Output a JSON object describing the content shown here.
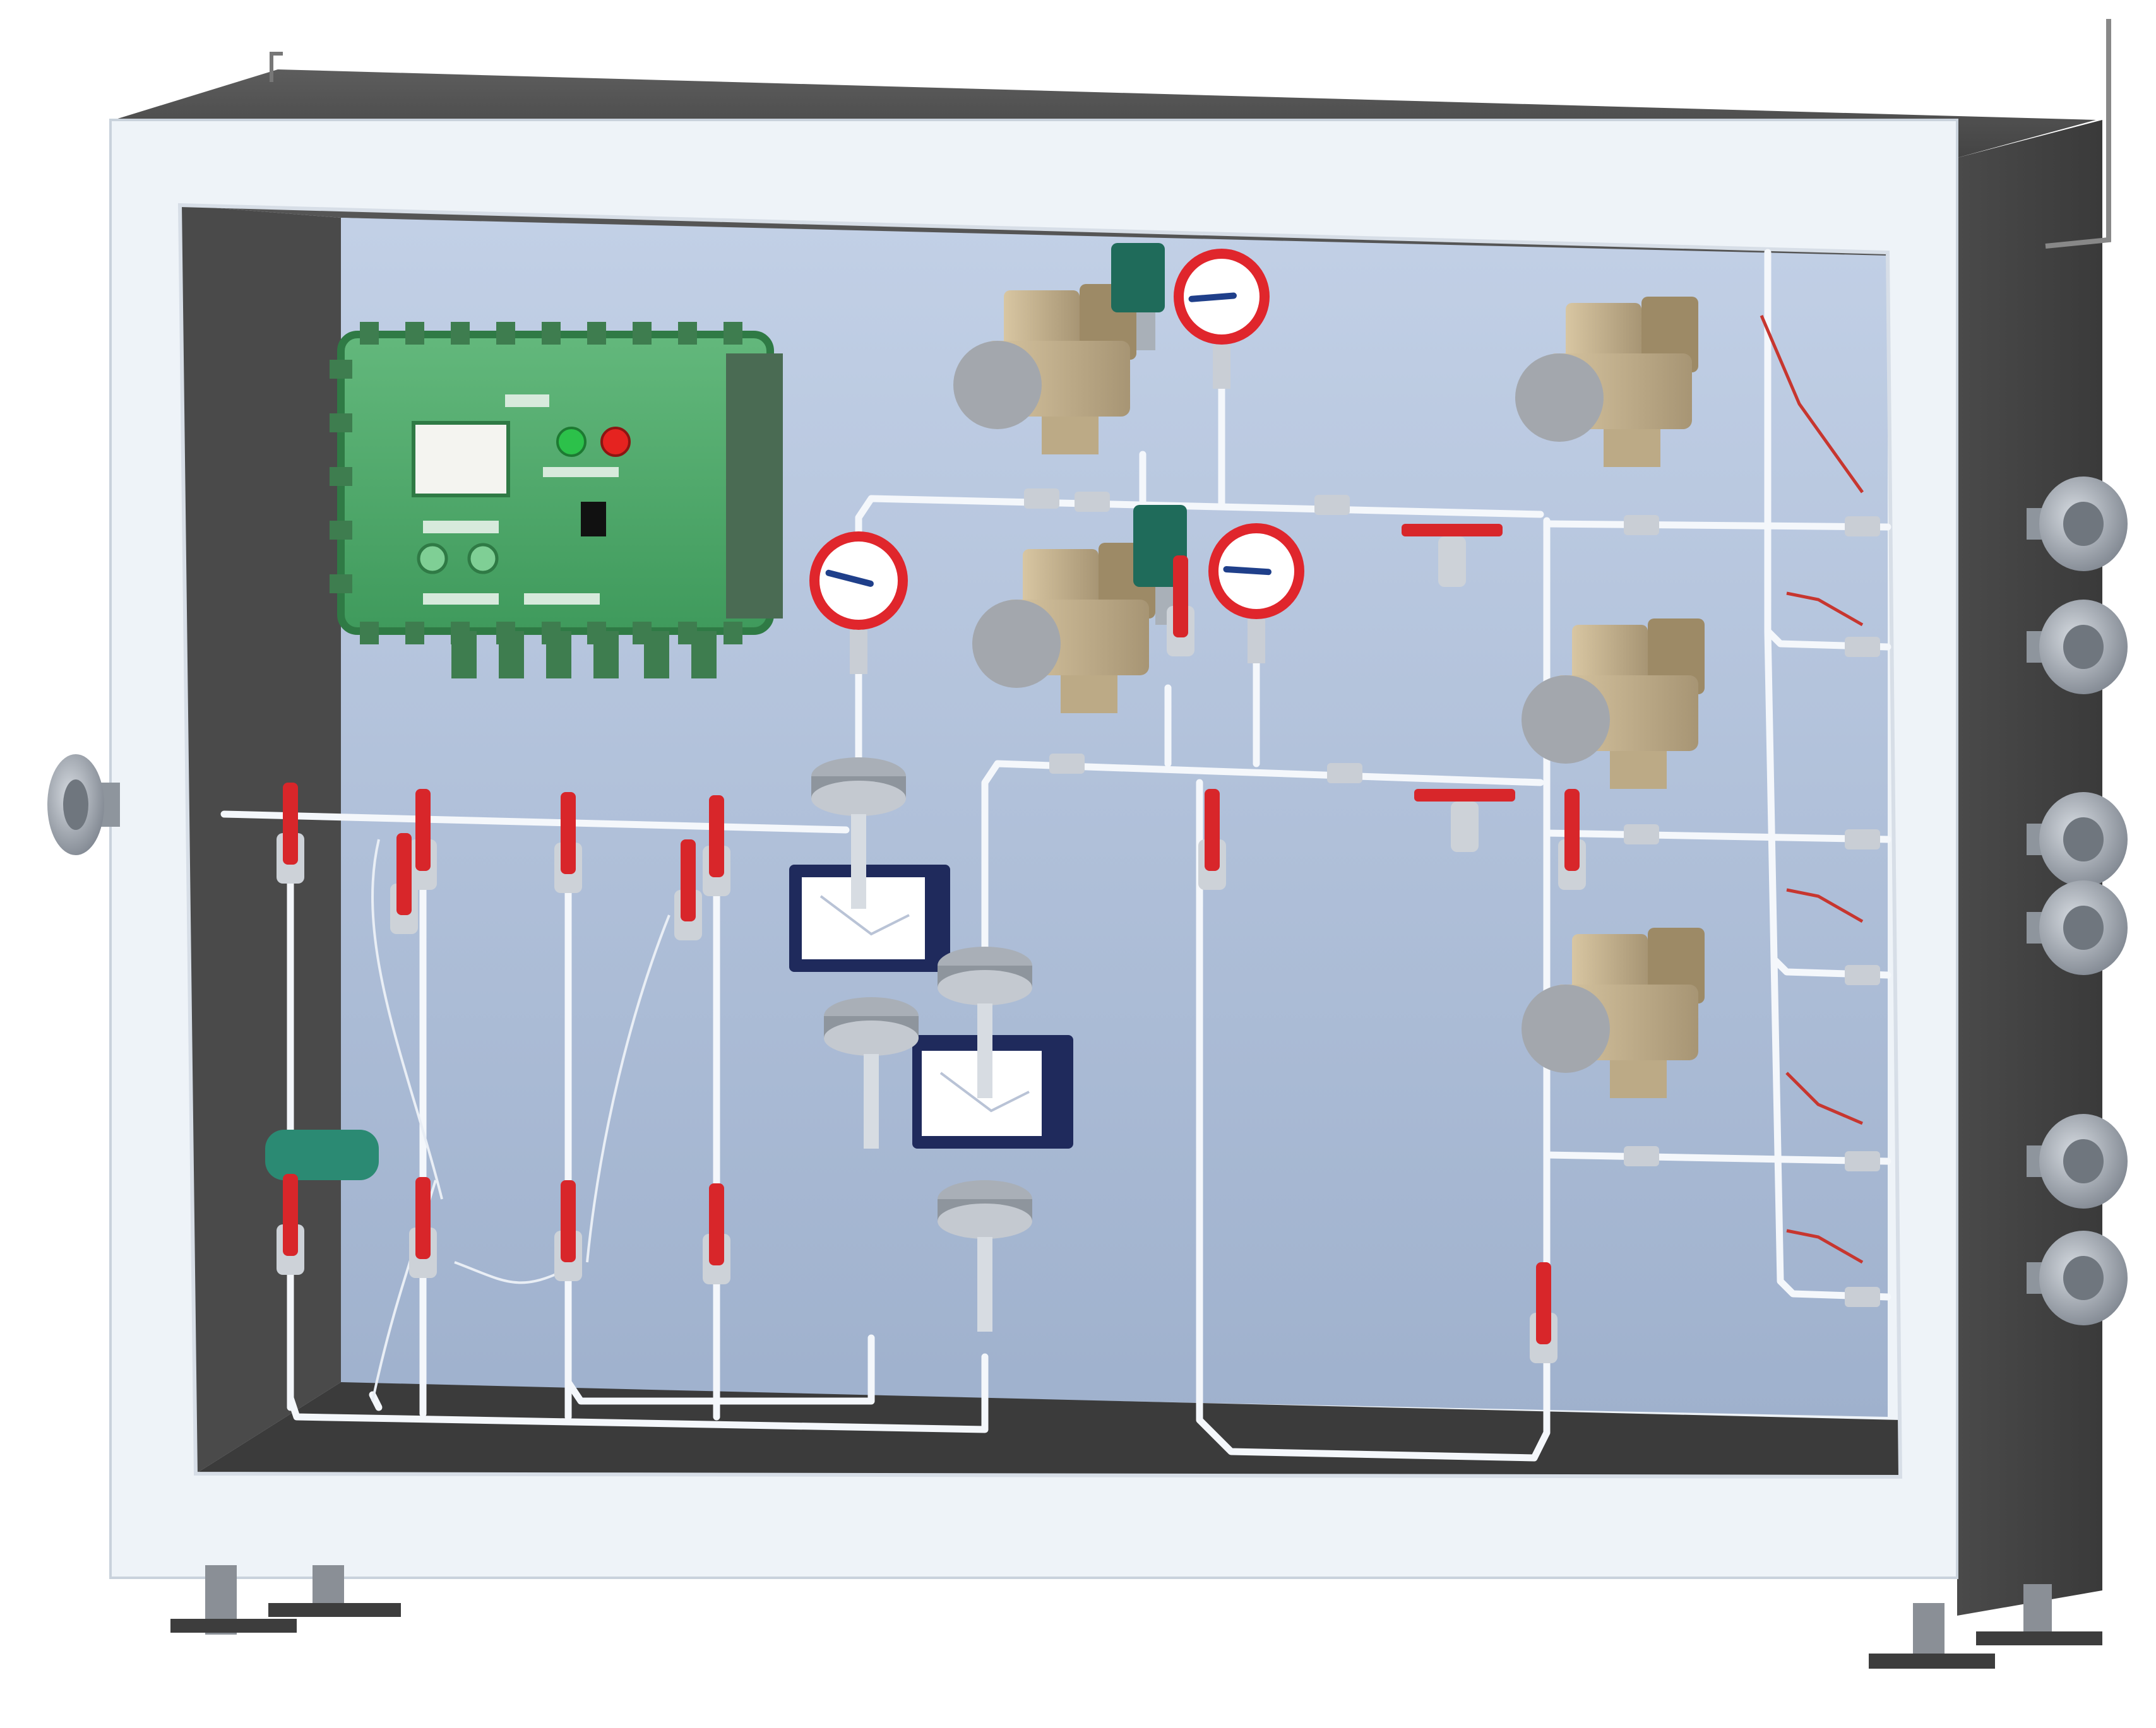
{
  "colors": {
    "cabinet_shell": "#4f4f4f",
    "cabinet_shell_dark": "#3a3a3a",
    "frame": "#eef3f8",
    "back_panel": "#aebdd6",
    "floor": "#3b3b3b",
    "junction_box": "#52a86d",
    "junction_box_edge": "#2f7a45",
    "tube": "#f4f7fb",
    "valve_handle": "#d8262a",
    "regulator_body": "#c8b48e",
    "regulator_dark": "#9d8a66",
    "gauge_rim": "#e0262c",
    "gauge_face": "#ffffff",
    "flowmeter": "#1f2a5c",
    "solenoid": "#1f6b5a",
    "flange": "#9aa0a8",
    "lamp_green": "#2cc14a",
    "lamp_red": "#e52320"
  },
  "icons": {
    "pressure_gauge": "pressure-gauge-icon",
    "ball_valve": "ball-valve-icon",
    "pressure_regulator": "pressure-regulator-icon",
    "rotameter": "rotameter-icon",
    "flange_port": "flange-port-icon",
    "indicator_lamp": "indicator-lamp-icon"
  },
  "junction_box": {
    "display_label": "",
    "indicator_lamps": [
      "green",
      "red"
    ]
  },
  "gauges": [
    {
      "id": "gauge-top-center",
      "needle_fraction": 0.15
    },
    {
      "id": "gauge-left-middle",
      "needle_fraction": 0.22
    },
    {
      "id": "gauge-center-middle",
      "needle_fraction": 0.18
    }
  ],
  "rotameters": [
    {
      "id": "rotameter-upper"
    },
    {
      "id": "rotameter-lower"
    }
  ]
}
